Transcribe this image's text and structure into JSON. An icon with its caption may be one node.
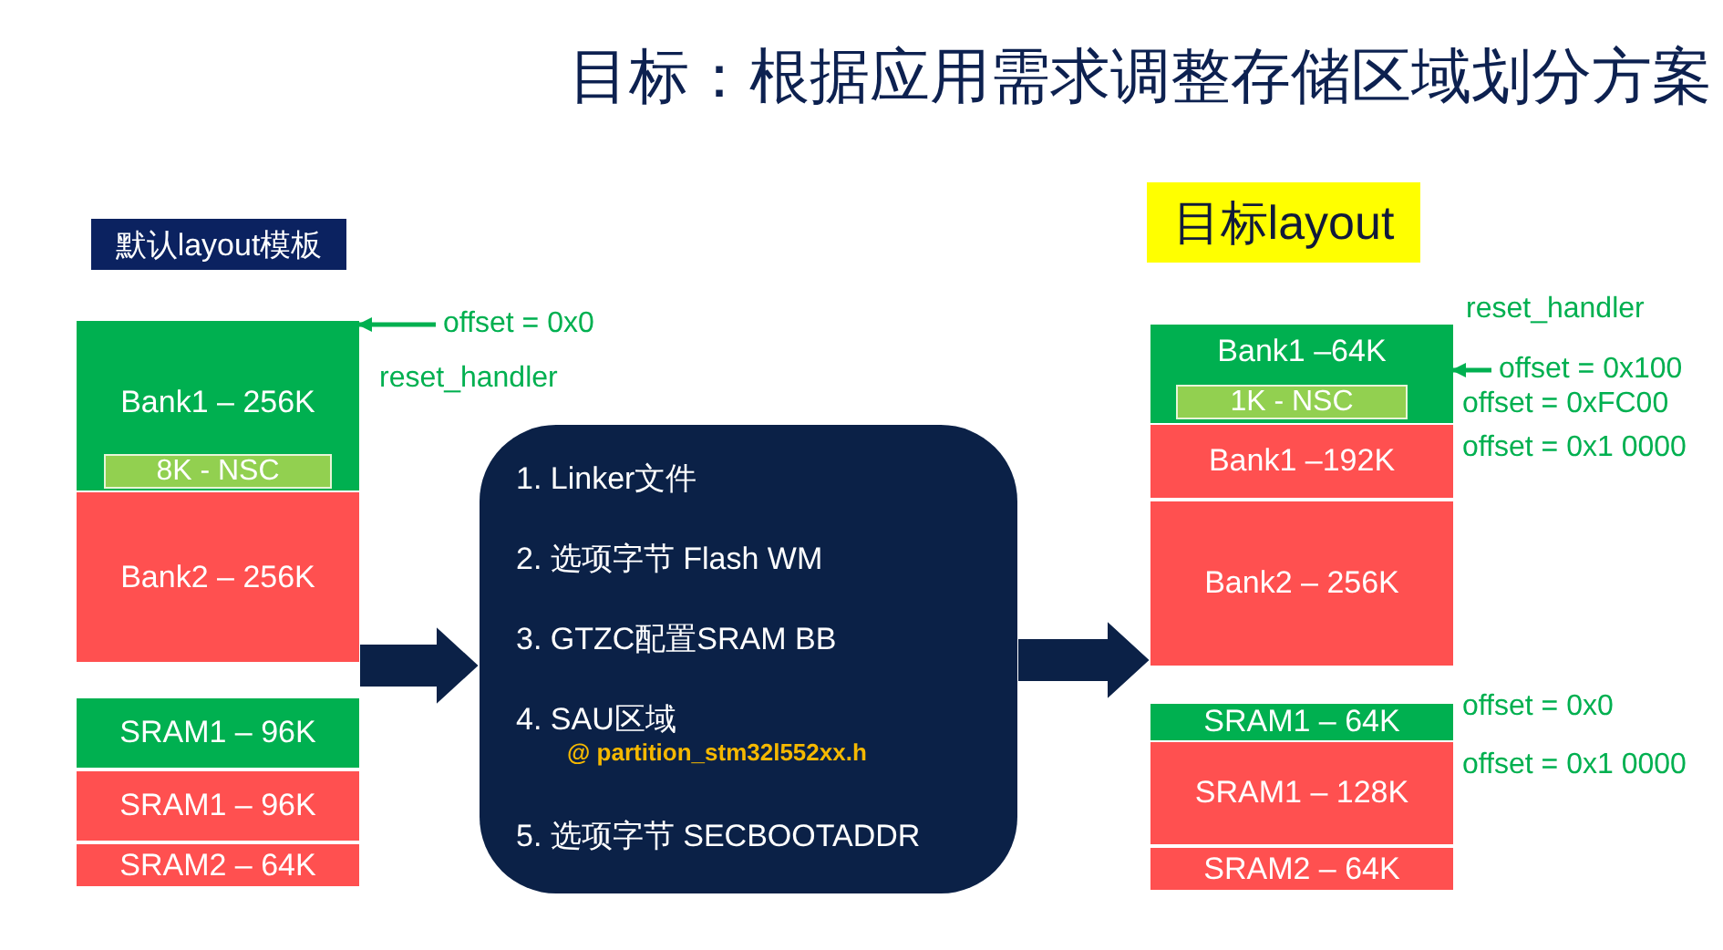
{
  "diagram": {
    "title": "目标：根据应用需求调整存储区域划分方案",
    "nodes": [
      {
        "text": [
          "默认layout模板"
        ]
      },
      {
        "text": [
          "Bank1 – 256K"
        ]
      },
      {
        "text": [
          "8K - NSC"
        ],
        "in": 1
      },
      {
        "text": [
          "Bank2 – 256K"
        ]
      },
      {
        "text": [
          "SRAM1 – 96K"
        ]
      },
      {
        "text": [
          "SRAM1 – 96K"
        ]
      },
      {
        "text": [
          "SRAM2 – 64K"
        ]
      },
      {
        "text": [
          "1. Linker文件",
          "2. 选项字节 Flash WM",
          "3. GTZC配置SRAM BB",
          "4. SAU区域",
          "@ partition_stm32l552xx.h",
          "5. 选项字节 SECBOOTADDR"
        ]
      },
      {
        "text": [
          "目标layout"
        ]
      },
      {
        "text": [
          "Bank1 –64K"
        ]
      },
      {
        "text": [
          "1K - NSC"
        ],
        "in": 9
      },
      {
        "text": [
          "Bank1 –192K"
        ]
      },
      {
        "text": [
          "Bank2 – 256K"
        ]
      },
      {
        "text": [
          "SRAM1 – 64K"
        ]
      },
      {
        "text": [
          "SRAM1 – 128K"
        ]
      },
      {
        "text": [
          "SRAM2 – 64K"
        ]
      },
      {
        "text": [
          "offset = 0x0"
        ]
      },
      {
        "text": [
          "offset = 0x100"
        ]
      }
    ],
    "edges": [
      {
        "from": 3,
        "to": 7,
        "arrow": "to",
        "style": "thick"
      },
      {
        "from": 7,
        "to": 12,
        "arrow": "to",
        "style": "thick"
      },
      {
        "from": 16,
        "to": 1,
        "arrow": "to",
        "color": "#00b050"
      },
      {
        "from": 17,
        "to": 9,
        "arrow": "to",
        "color": "#00b050"
      }
    ],
    "labels": [
      "reset_handler",
      "reset_handler",
      "offset = 0xFC00",
      "offset = 0x1 0000",
      "offset = 0x0",
      "offset = 0x1 0000"
    ]
  }
}
